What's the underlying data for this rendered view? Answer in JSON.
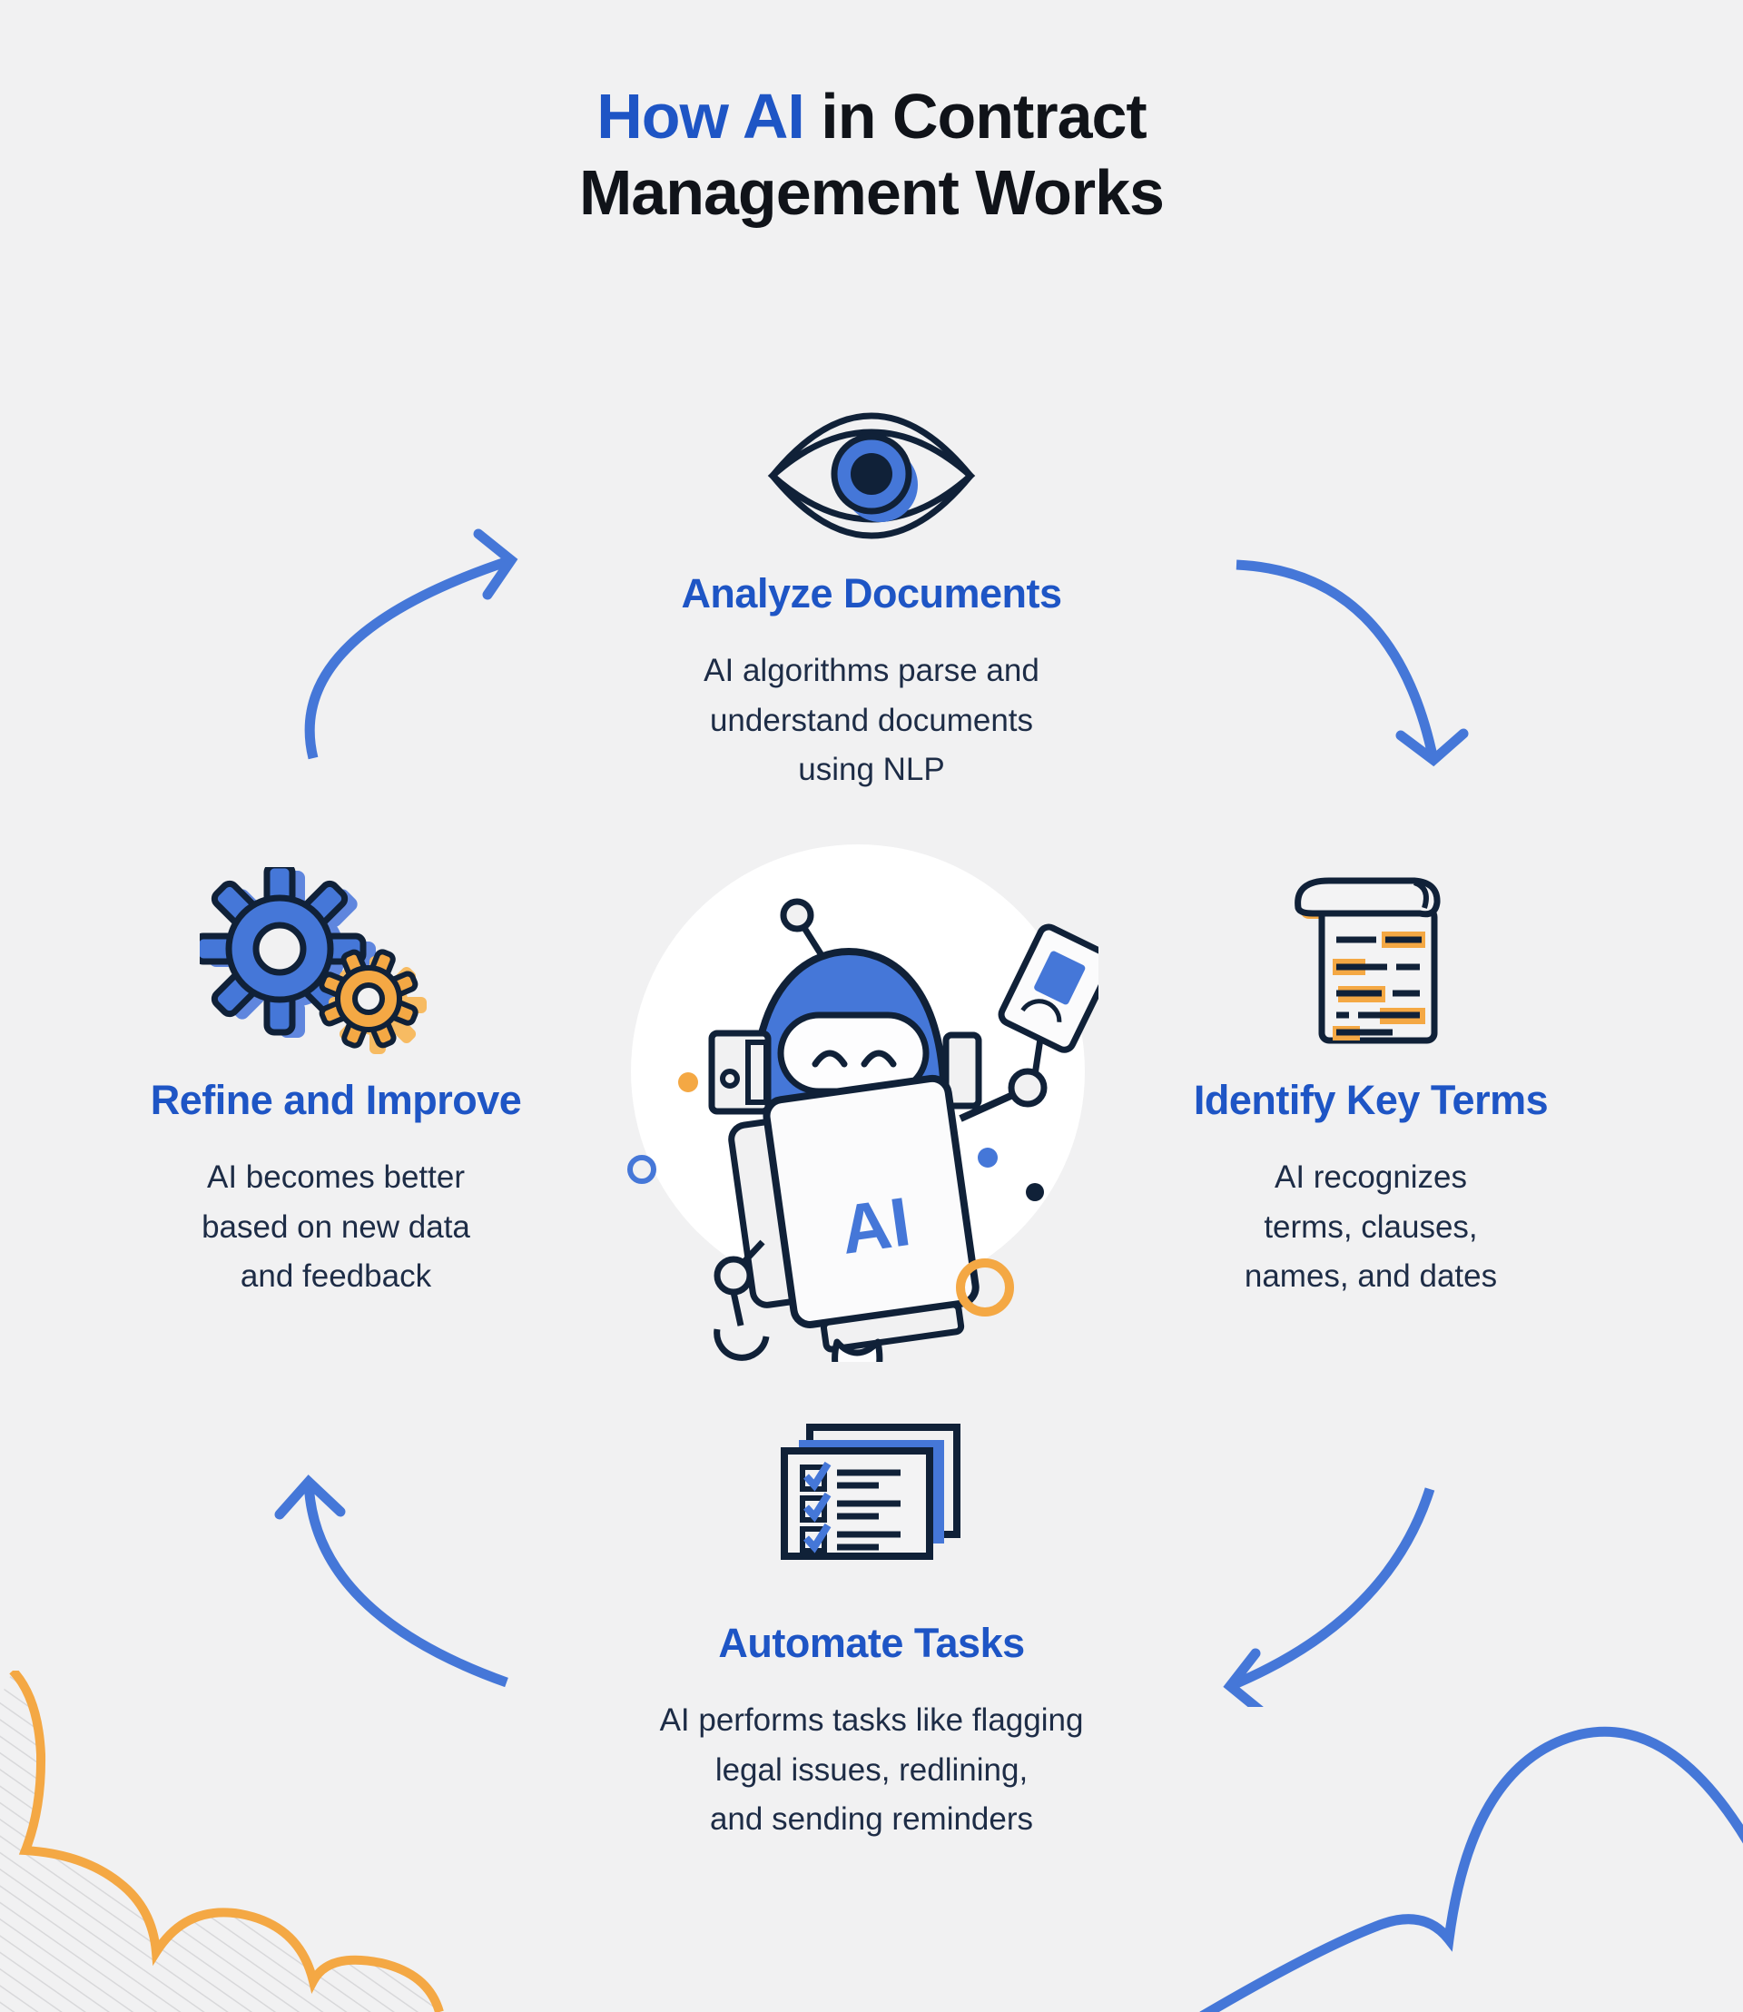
{
  "title": {
    "highlight": "How AI",
    "rest_line1": " in Contract",
    "line2": "Management Works"
  },
  "center": {
    "robot_label": "AI"
  },
  "steps": {
    "analyze": {
      "heading": "Analyze Documents",
      "body": "AI algorithms parse and\nunderstand documents\nusing NLP"
    },
    "identify": {
      "heading": "Identify Key Terms",
      "body": "AI recognizes\nterms, clauses,\nnames, and dates"
    },
    "automate": {
      "heading": "Automate Tasks",
      "body": "AI performs tasks like flagging\nlegal issues, redlining,\nand sending reminders"
    },
    "refine": {
      "heading": "Refine and Improve",
      "body": "AI becomes better\nbased on new data\nand feedback"
    }
  },
  "colors": {
    "background": "#f1f1f2",
    "title_dark": "#101319",
    "heading_blue": "#1e55c5",
    "accent_blue": "#4577d8",
    "icon_navy": "#102138",
    "body_text": "#1d2c46",
    "orange": "#f4a844",
    "hatch_gray": "#d8d8da"
  }
}
